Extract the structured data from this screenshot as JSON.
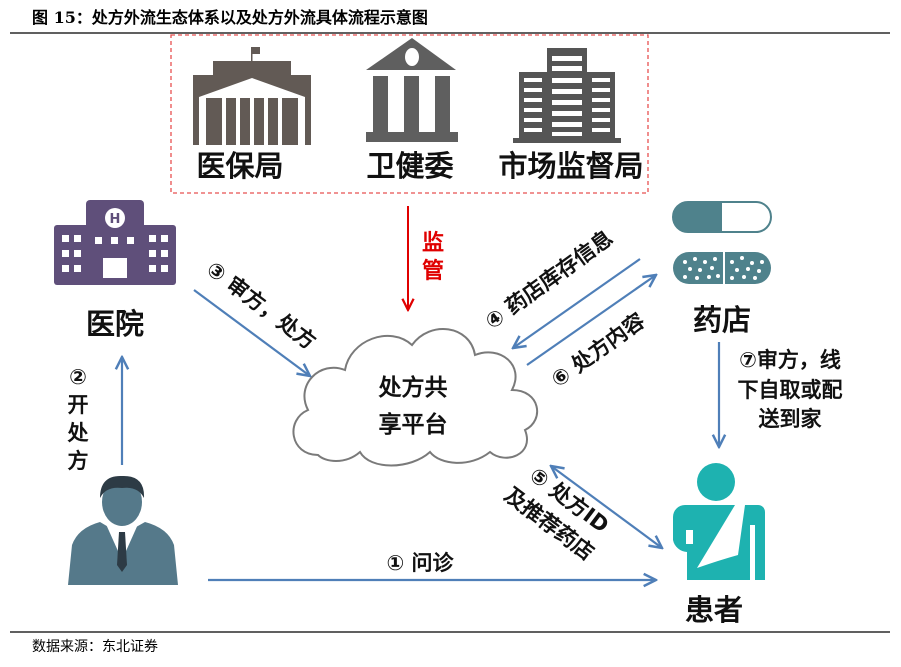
{
  "title": "图  15：处方外流生态体系以及处方外流具体流程示意图",
  "source": "数据来源：东北证券",
  "regulators": [
    "医保局",
    "卫健委",
    "市场监督局"
  ],
  "supervision": [
    "监",
    "管"
  ],
  "nodes": {
    "hospital": "医院",
    "pharmacy": "药店",
    "patient": "患者",
    "platform_line1": "处方共",
    "platform_line2": "享平台"
  },
  "steps": {
    "s1": "① 问诊",
    "s2": [
      "②",
      "开",
      "处",
      "方"
    ],
    "s3": "③ 审方，处方",
    "s4": "④ 药店库存信息",
    "s5_line1": "⑤ 处方ID",
    "s5_line2": "及推荐药店",
    "s6": "⑥ 处方内容",
    "s7": [
      "⑦审方，线",
      "下自取或配",
      "送到家"
    ]
  },
  "colors": {
    "arrow": "#4f7fb8",
    "red": "#e00000",
    "hospital": "#5f4f7a",
    "pill": "#4f828c",
    "patient": "#1eb2b0",
    "building": "#625a55"
  }
}
